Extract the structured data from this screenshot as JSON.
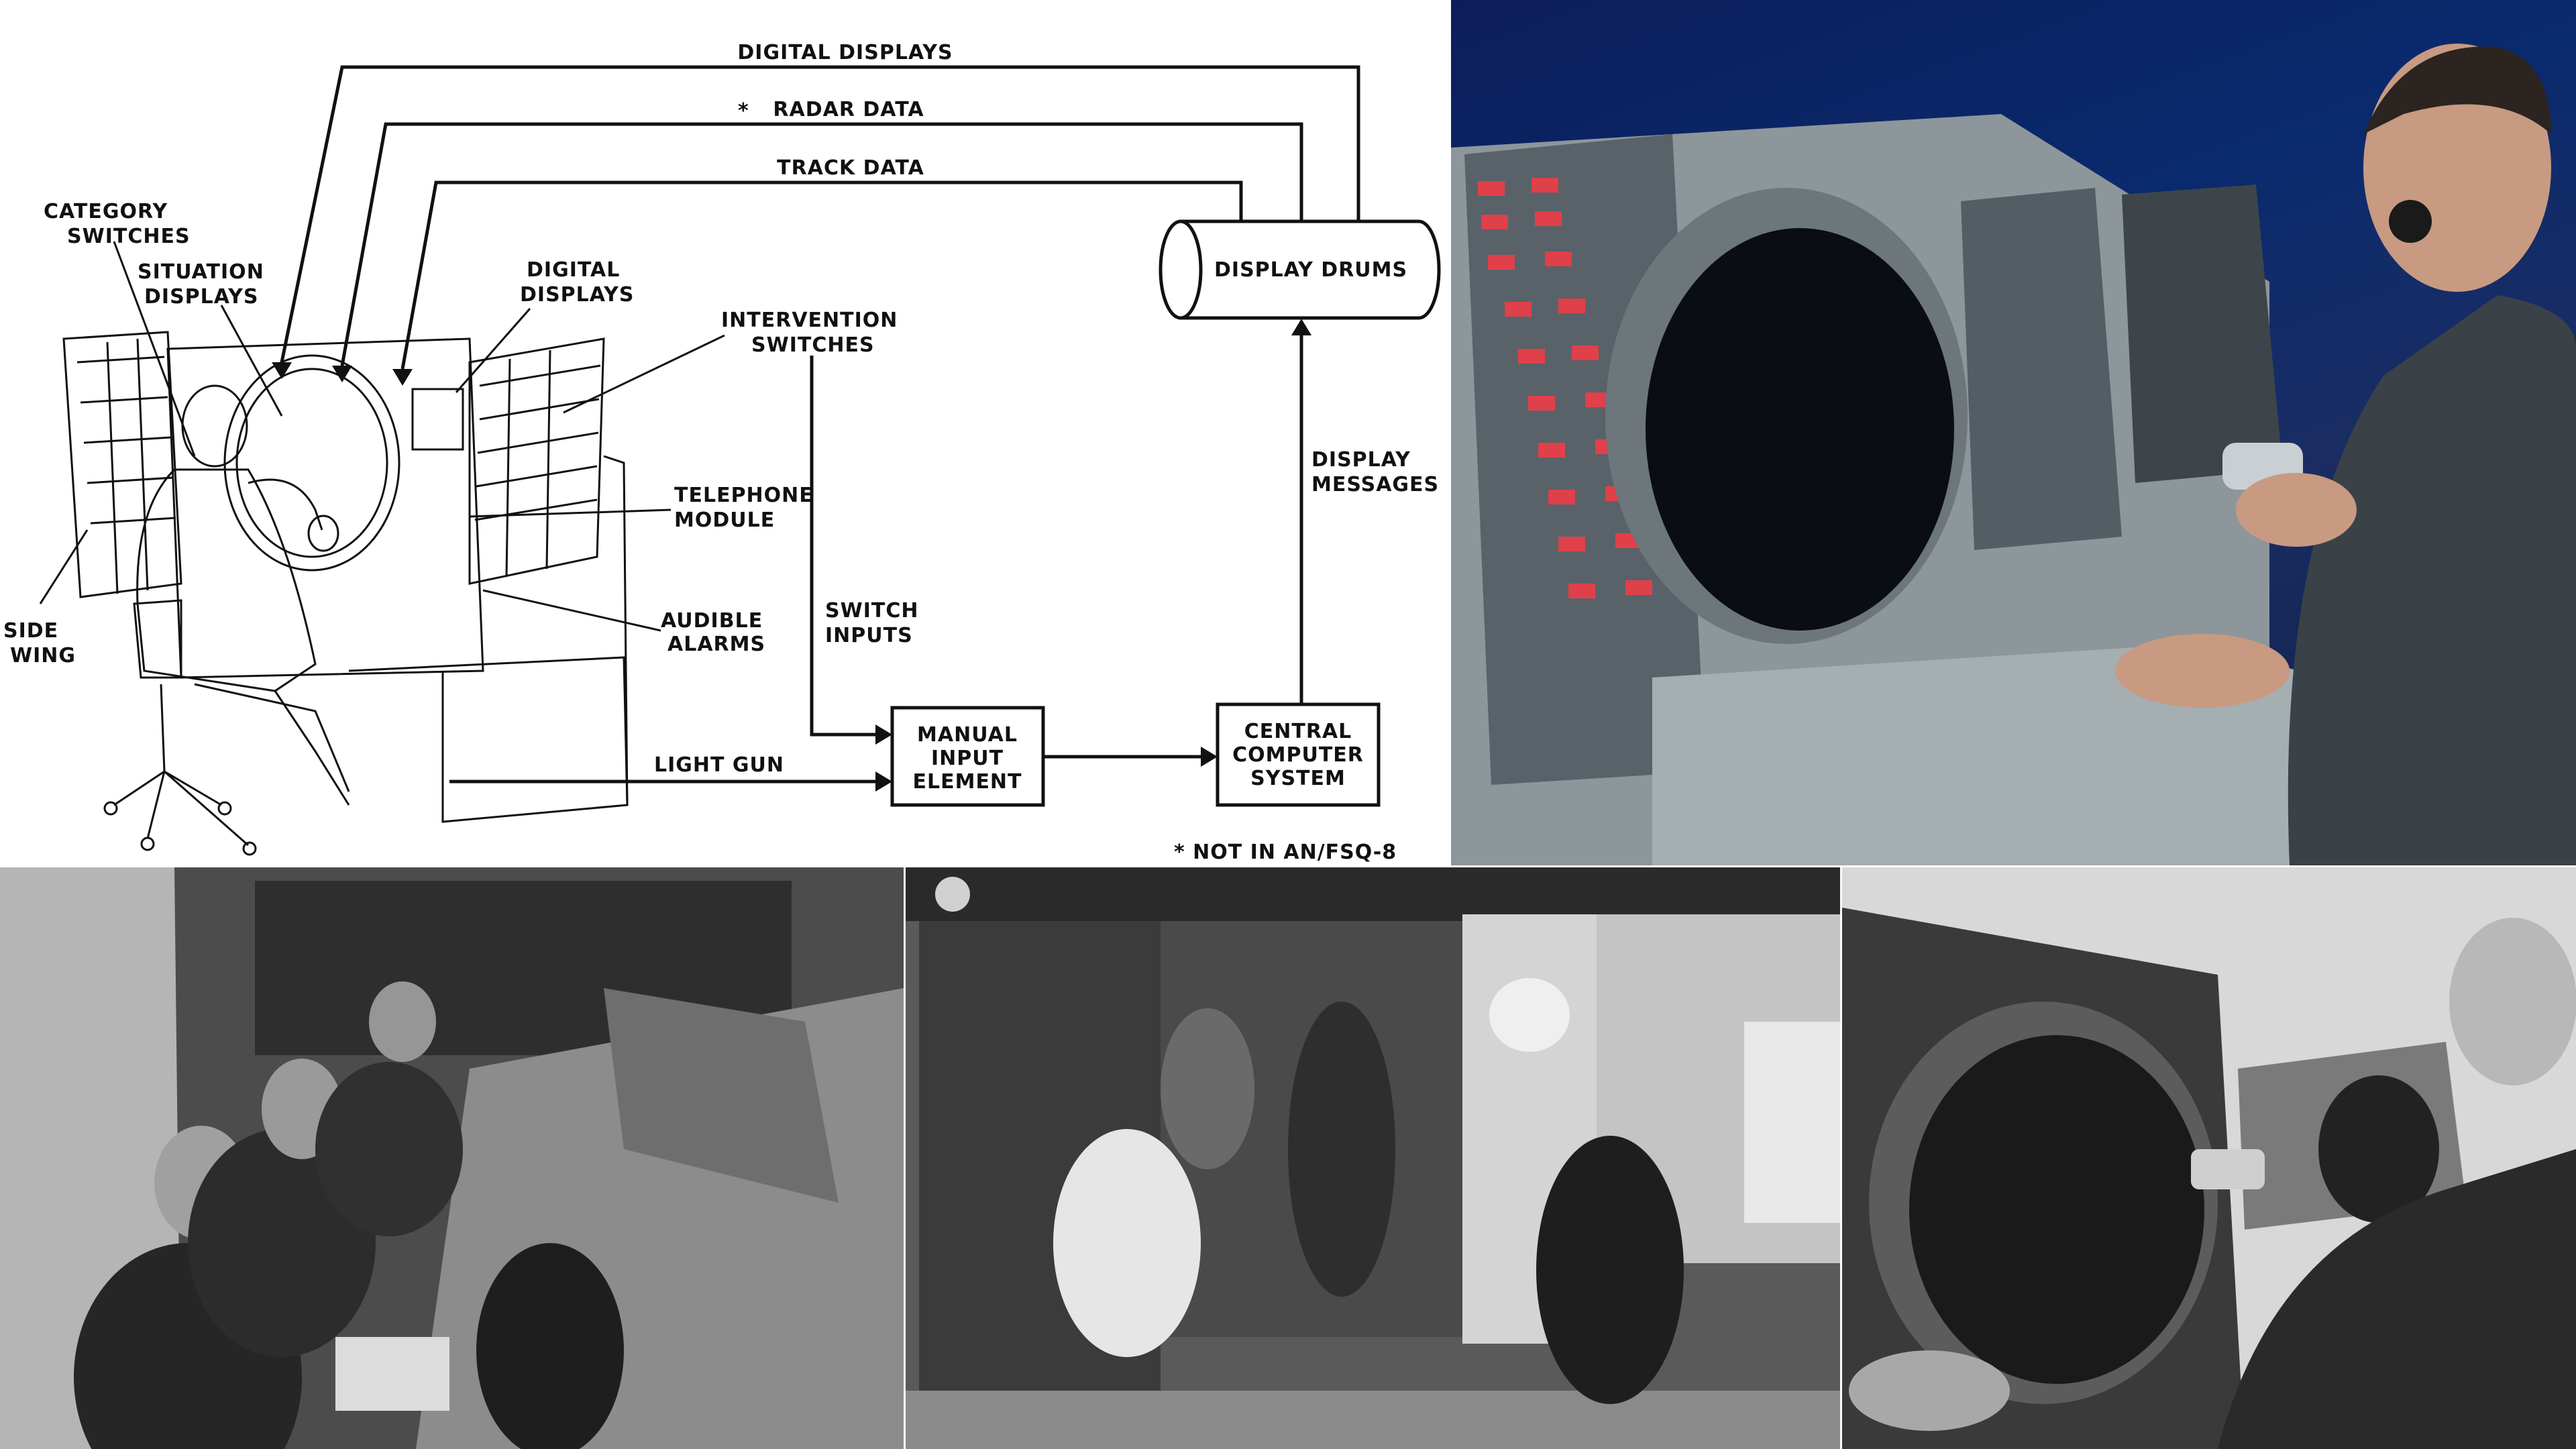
{
  "diagram": {
    "labels": {
      "digital_displays_top": "DIGITAL DISPLAYS",
      "radar_data": "RADAR DATA",
      "radar_asterisk": "*",
      "track_data": "TRACK DATA",
      "display_drums": "DISPLAY DRUMS",
      "category_switches_1": "CATEGORY",
      "category_switches_2": "SWITCHES",
      "situation_displays_1": "SITUATION",
      "situation_displays_2": "DISPLAYS",
      "digital_displays_1": "DIGITAL",
      "digital_displays_2": "DISPLAYS",
      "intervention_switches_1": "INTERVENTION",
      "intervention_switches_2": "SWITCHES",
      "telephone_module_1": "TELEPHONE",
      "telephone_module_2": "MODULE",
      "display_messages_1": "DISPLAY",
      "display_messages_2": "MESSAGES",
      "side_wing_1": "SIDE",
      "side_wing_2": "WING",
      "audible_alarms_1": "AUDIBLE",
      "audible_alarms_2": "ALARMS",
      "switch_inputs_1": "SWITCH",
      "switch_inputs_2": "INPUTS",
      "light_gun": "LIGHT GUN",
      "manual_input_1": "MANUAL",
      "manual_input_2": "INPUT",
      "manual_input_3": "ELEMENT",
      "central_computer_1": "CENTRAL",
      "central_computer_2": "COMPUTER",
      "central_computer_3": "SYSTEM",
      "footnote": "* NOT IN AN/FSQ-8"
    }
  },
  "colors": {
    "ink": "#111111",
    "color_photo_bg": "#0c1e5a",
    "console_grey": "#9aa2a6",
    "indicator_red": "#e0404a"
  }
}
